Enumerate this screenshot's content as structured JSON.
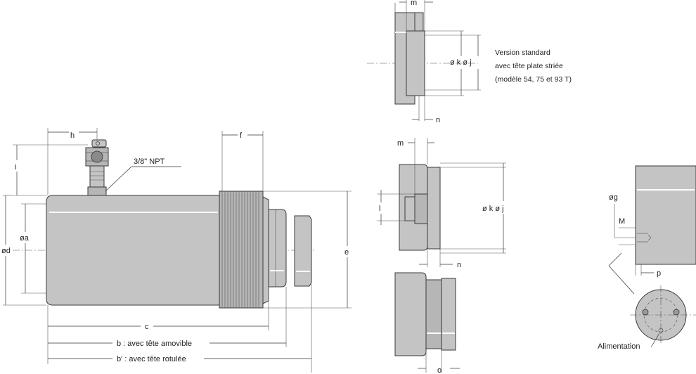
{
  "labels": {
    "h": "h",
    "i": "i",
    "npt": "3/8\" NPT",
    "f": "f",
    "oa": "øa",
    "od": "ød",
    "e": "e",
    "c": "c",
    "b": "b : avec tête amovible",
    "b_prime": "b' : avec tête rotulée",
    "m_top": "m",
    "n_top": "n",
    "okoj_top": "ø k  ø j",
    "m_mid": "m",
    "l": "l",
    "n_mid": "n",
    "okoj_mid": "ø k  ø j",
    "o": "o",
    "og": "øg",
    "M": "M",
    "p": "p",
    "alimentation": "Alimentation"
  },
  "note": {
    "line1": "Version standard",
    "line2": "avec tête plate striée",
    "line3": "(modèle 54, 75 et 93 T)"
  },
  "colors": {
    "body": "#c4c4c4",
    "outline": "#3a3a3a",
    "dimension": "#333333"
  }
}
